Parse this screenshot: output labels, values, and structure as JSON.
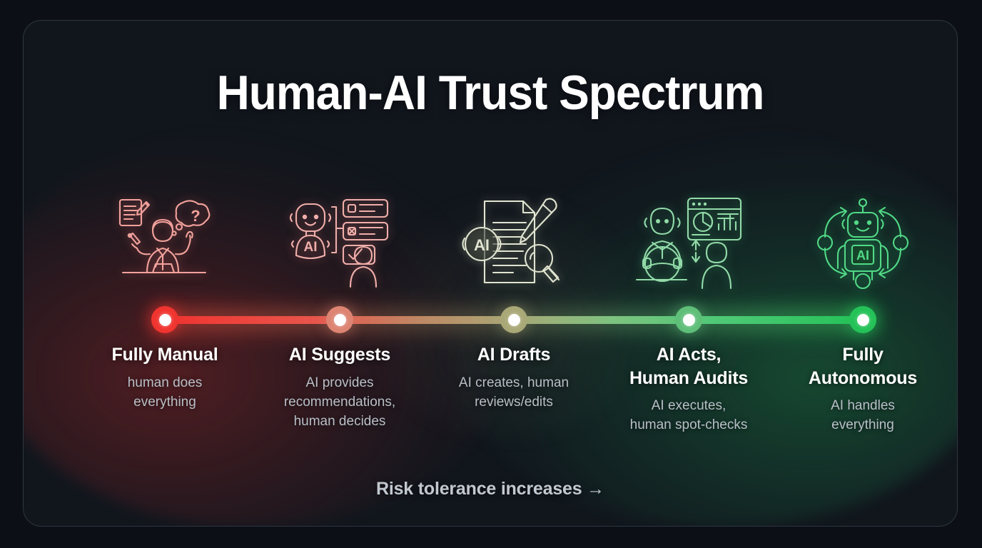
{
  "title": "Human-AI Trust Spectrum",
  "footer": {
    "text": "Risk tolerance increases →"
  },
  "colors": {
    "page_background": "#0c1016",
    "card_background": "#11161d",
    "card_border": "#2e3642",
    "title_text": "#ffffff",
    "label_text": "#ffffff",
    "desc_text": "#b9bfc7",
    "footer_text": "#c2c8d0",
    "gradient_start": "#f03430",
    "gradient_mid": "#a9a877",
    "gradient_end": "#24c258"
  },
  "spectrum": {
    "axis_label": "Risk tolerance increases",
    "stages": [
      {
        "id": "fully-manual",
        "label": "Fully Manual",
        "description": "human does\neverything",
        "dot_color": "#f03430",
        "icon_color": "#f6a5a0",
        "icon_name": "person-writing-with-question-thought-icon",
        "position_pct": 0
      },
      {
        "id": "ai-suggests",
        "label": "AI Suggests",
        "description": "AI provides\nrecommendations,\nhuman decides",
        "dot_color": "#dd8472",
        "icon_color": "#f0b0ab",
        "icon_name": "ai-robot-options-human-chooses-icon",
        "position_pct": 25
      },
      {
        "id": "ai-drafts",
        "label": "AI Drafts",
        "description": "AI creates, human\nreviews/edits",
        "dot_color": "#a9a877",
        "icon_color": "#dfe3cf",
        "icon_name": "ai-document-pencil-magnifier-icon",
        "position_pct": 50
      },
      {
        "id": "ai-acts-human-audits",
        "label": "AI Acts,\nHuman Audits",
        "description": "AI executes,\nhuman spot-checks",
        "dot_color": "#5fbf79",
        "icon_color": "#95dcaa",
        "icon_name": "robot-driving-dashboard-human-oversight-icon",
        "position_pct": 75
      },
      {
        "id": "fully-autonomous",
        "label": "Fully\nAutonomous",
        "description": "AI handles\neverything",
        "dot_color": "#24c258",
        "icon_color": "#55d986",
        "icon_name": "autonomous-robot-loop-icon",
        "position_pct": 100
      }
    ]
  }
}
